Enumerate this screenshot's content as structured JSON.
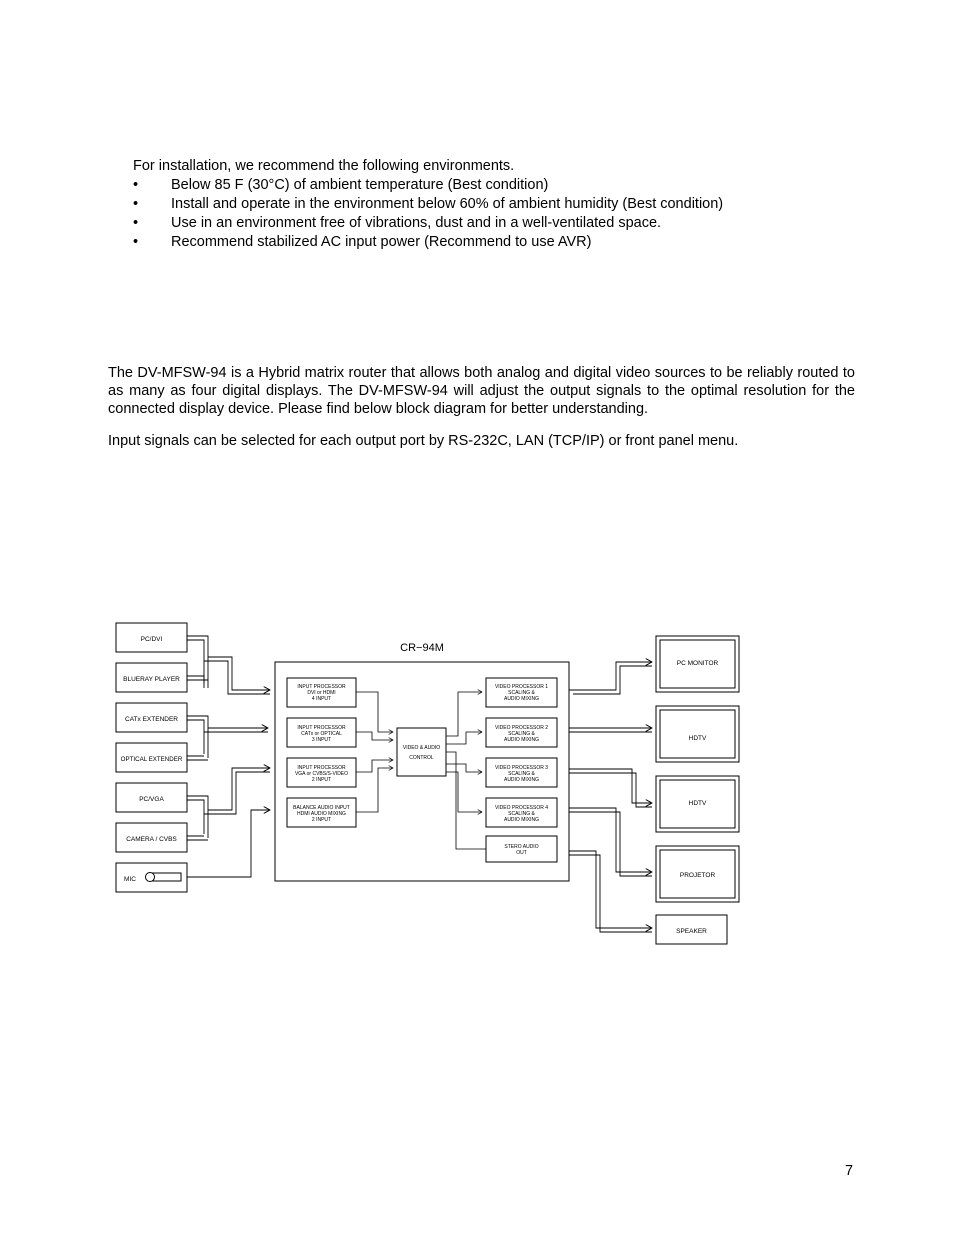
{
  "intro": "For installation, we recommend the following environments.",
  "bullet_char": "•",
  "bullets": [
    "Below 85 F (30°C) of ambient temperature (Best condition)",
    "Install and operate in the environment below 60% of ambient humidity (Best condition)",
    "Use in an environment free of vibrations, dust and in a well-ventilated space.",
    "Recommend stabilized AC input power (Recommend to use AVR)"
  ],
  "paragraph1": "The DV-MFSW-94 is a Hybrid matrix router that allows both analog and digital video sources to be reliably routed to as many as four digital displays.  The DV-MFSW-94 will adjust the output signals to the optimal resolution for the connected display device.  Please find below block diagram for better understanding.",
  "paragraph2": "Input signals can be selected for each output port by RS-232C, LAN (TCP/IP) or front panel menu.",
  "diagram": {
    "device_label": "CR−94M",
    "sources": [
      "PC/DVI",
      "BLUERAY PLAYER",
      "CATx EXTENDER",
      "OPTICAL EXTENDER",
      "PC/VGA",
      "CAMERA / CVBS",
      "MIC"
    ],
    "input_processors": [
      [
        "INPUT PROCESSOR",
        "DVI or HDMI",
        "4 INPUT"
      ],
      [
        "INPUT PROCESSOR",
        "CATx or OPTICAL",
        "3 INPUT"
      ],
      [
        "INPUT PROCESSOR",
        "VGA or CVBS/S-VIDEO",
        "2 INPUT"
      ],
      [
        "BALANCE AUDIO INPUT",
        "HDMI AUDIO MIXING",
        "2 INPUT"
      ]
    ],
    "control": [
      "VIDEO & AUDIO",
      "CONTROL"
    ],
    "video_processors": [
      [
        "VIDEO PROCESSOR 1",
        "SCALING &",
        "AUDIO MIXING"
      ],
      [
        "VIDEO PROCESSOR 2",
        "SCALING &",
        "AUDIO MIXING"
      ],
      [
        "VIDEO PROCESSOR 3",
        "SCALING &",
        "AUDIO MIXING"
      ],
      [
        "VIDEO PROCESSOR 4",
        "SCALING &",
        "AUDIO MIXING"
      ]
    ],
    "stereo_out": [
      "STERO AUDIO",
      "OUT"
    ],
    "outputs": [
      "PC MONITOR",
      "HDTV",
      "HDTV",
      "PROJETOR",
      "SPEAKER"
    ]
  },
  "page_number": "7"
}
